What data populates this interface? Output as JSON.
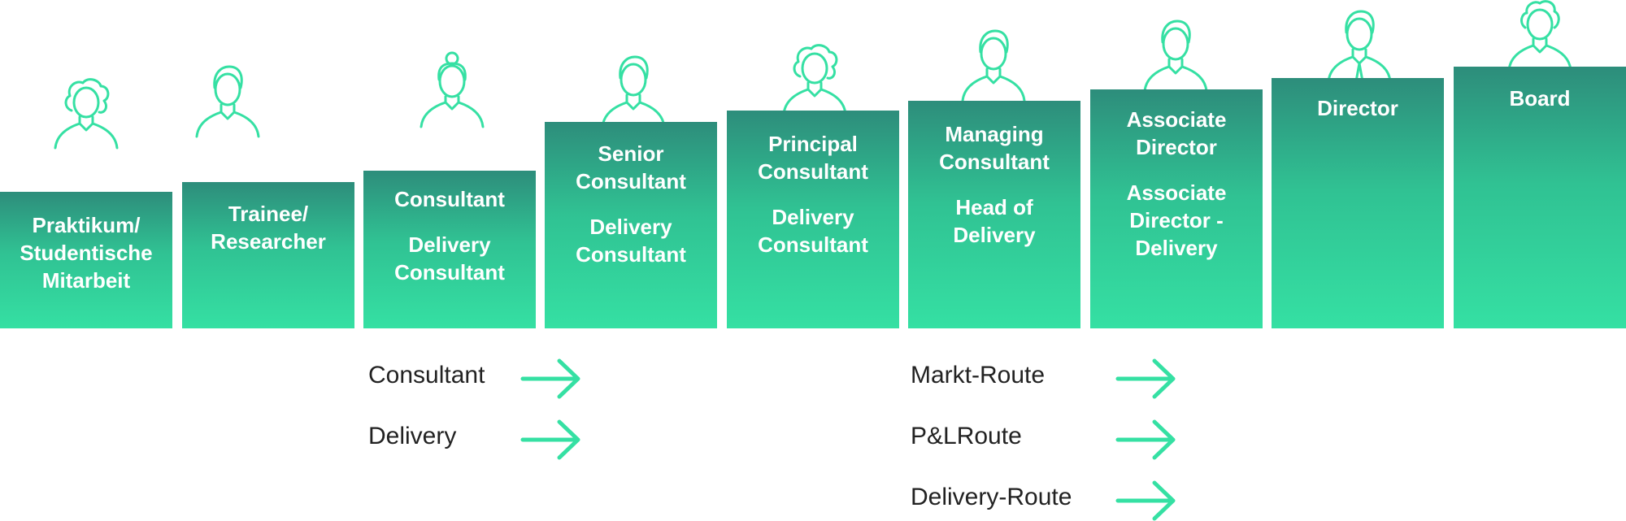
{
  "colors": {
    "accent": "#35e0a3",
    "gradient_top": "#2d8d7b",
    "text_dark": "#222222"
  },
  "steps": [
    {
      "id": "praktikum",
      "title": "Praktikum/\nStudentische\nMitarbeit",
      "subtitle": "",
      "icon": "person-curly-hair-icon"
    },
    {
      "id": "trainee",
      "title": "Trainee/\nResearcher",
      "subtitle": "",
      "icon": "person-icon"
    },
    {
      "id": "consultant",
      "title": "Consultant",
      "subtitle": "Delivery\nConsultant",
      "icon": "person-bun-icon"
    },
    {
      "id": "senior",
      "title": "Senior\nConsultant",
      "subtitle": "Delivery\nConsultant",
      "icon": "person-icon"
    },
    {
      "id": "principal",
      "title": "Principal\nConsultant",
      "subtitle": "Delivery\nConsultant",
      "icon": "person-curly-hair-icon"
    },
    {
      "id": "managing",
      "title": "Managing\nConsultant",
      "subtitle": "Head of\nDelivery",
      "icon": "person-icon"
    },
    {
      "id": "associate",
      "title": "Associate\nDirector",
      "subtitle": "Associate\nDirector -\nDelivery",
      "icon": "person-icon"
    },
    {
      "id": "director",
      "title": "Director",
      "subtitle": "",
      "icon": "person-tie-icon"
    },
    {
      "id": "board",
      "title": "Board",
      "subtitle": "",
      "icon": "person-curly-hair-icon"
    }
  ],
  "routes_left": [
    {
      "label": "Consultant",
      "icon": "arrow-right-icon"
    },
    {
      "label": "Delivery",
      "icon": "arrow-right-icon"
    }
  ],
  "routes_right": [
    {
      "label": "Markt-Route",
      "icon": "arrow-right-icon"
    },
    {
      "label": "P&LRoute",
      "icon": "arrow-right-icon"
    },
    {
      "label": "Delivery-Route",
      "icon": "arrow-right-icon"
    }
  ]
}
